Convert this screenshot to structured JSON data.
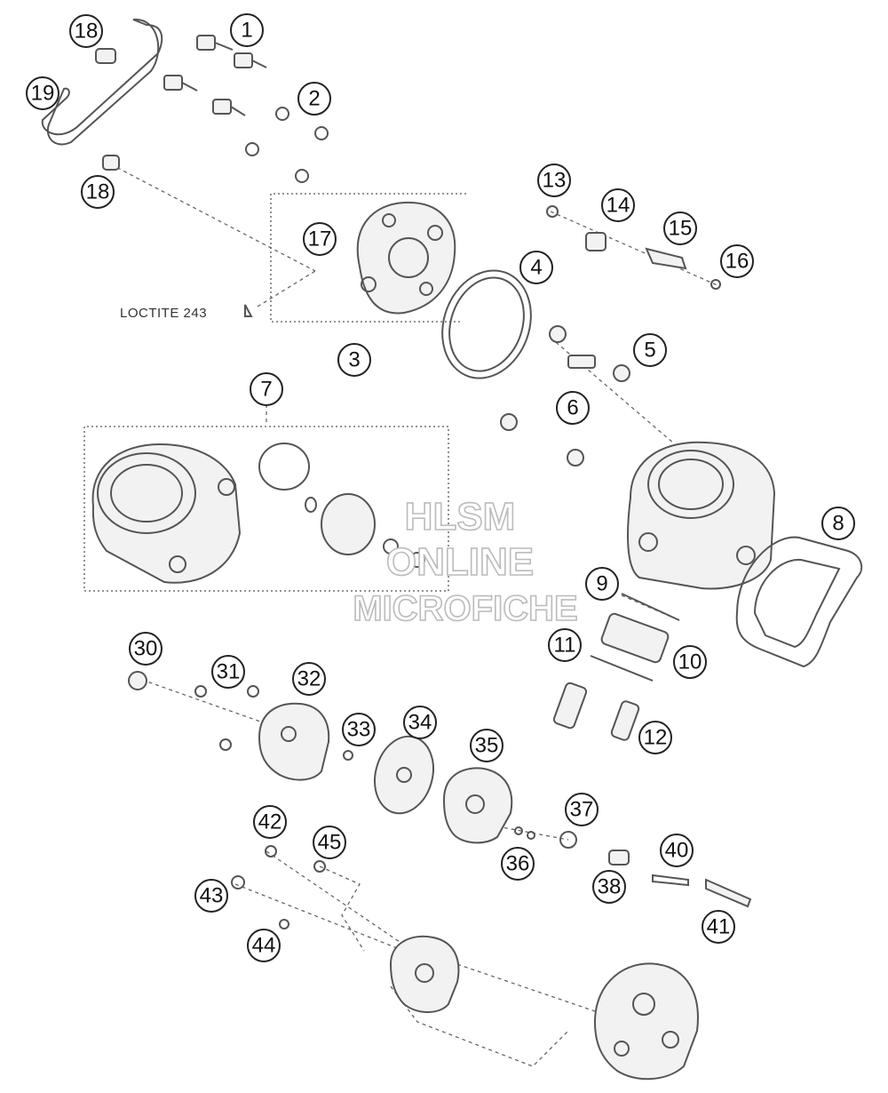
{
  "callouts": [
    "1",
    "2",
    "3",
    "4",
    "5",
    "6",
    "7",
    "8",
    "9",
    "10",
    "11",
    "12",
    "13",
    "14",
    "15",
    "16",
    "17",
    "18",
    "18",
    "19",
    "30",
    "31",
    "32",
    "33",
    "34",
    "35",
    "36",
    "37",
    "38",
    "40",
    "41",
    "42",
    "43",
    "44",
    "45"
  ],
  "note": "LOCTITE 243",
  "watermark": {
    "line1": "HLSM",
    "line2": "ONLINE",
    "line3": "MICROFICHE"
  },
  "colors": {
    "line": "#555555",
    "watermark_outline": "#bbbbbb"
  }
}
